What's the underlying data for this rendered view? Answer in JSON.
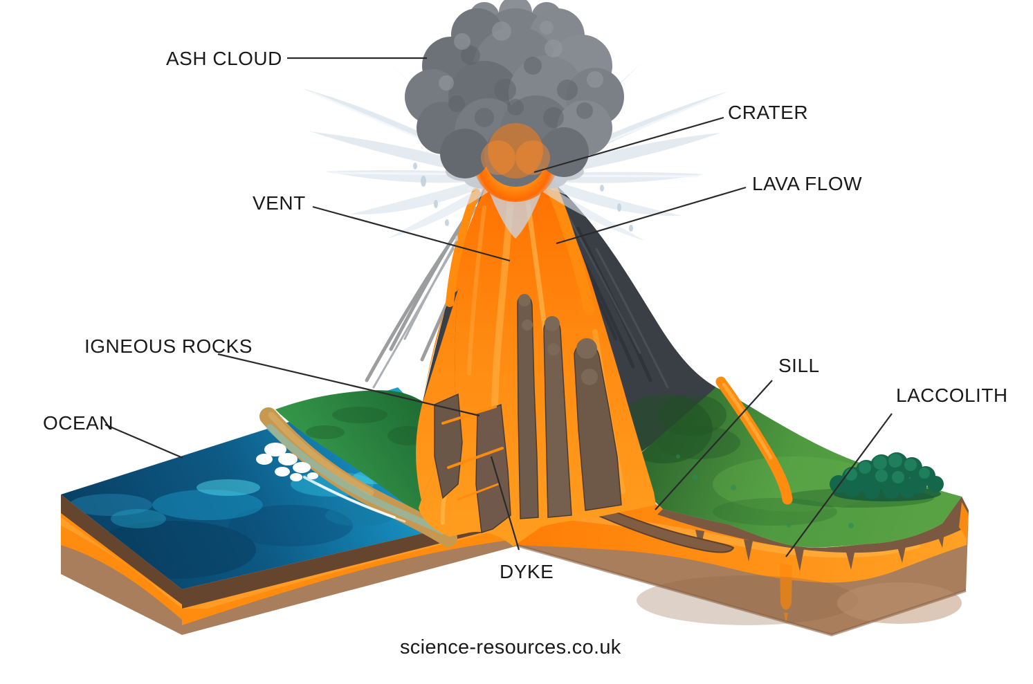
{
  "diagram": {
    "watermark": "science-resources.co.uk"
  },
  "labels": {
    "ash_cloud": "ASH CLOUD",
    "crater": "CRATER",
    "lava_flow": "LAVA FLOW",
    "vent": "VENT",
    "igneous_rocks": "IGNEOUS ROCKS",
    "sill": "SILL",
    "laccolith": "LACCOLITH",
    "ocean": "OCEAN",
    "dyke": "DYKE"
  },
  "colors": {
    "label_text": "#1a1a1a",
    "leader_line": "#2a2a2a",
    "background": "#ffffff",
    "lava_bright": "#ff8c0f",
    "lava_light": "#ffb347",
    "lava_deep": "#f06e00",
    "crater_glow": "#ffc860",
    "ash_gray": "#7b7f86",
    "ash_gray_dark": "#5d6168",
    "ash_gray_light": "#989ca3",
    "steam": "#dce6ee",
    "rock_dark": "#34373d",
    "rock_mid": "#3a3e45",
    "rock_light": "#565c66",
    "ocean_deep": "#0b4e78",
    "ocean_mid": "#1173a6",
    "ocean_turquoise": "#1ba8ce",
    "ocean_cyan": "#43d0e8",
    "surf_white": "#ffffff",
    "sand": "#c7984f",
    "green_bright": "#3aa24f",
    "green_mid": "#4f9a40",
    "green_dark": "#2c6b30",
    "forest_teal": "#15674b",
    "soil_brown": "#7a5940",
    "soil_dark": "#5e402c",
    "basement": "#a87e5c",
    "basement_light": "#bb9270"
  }
}
